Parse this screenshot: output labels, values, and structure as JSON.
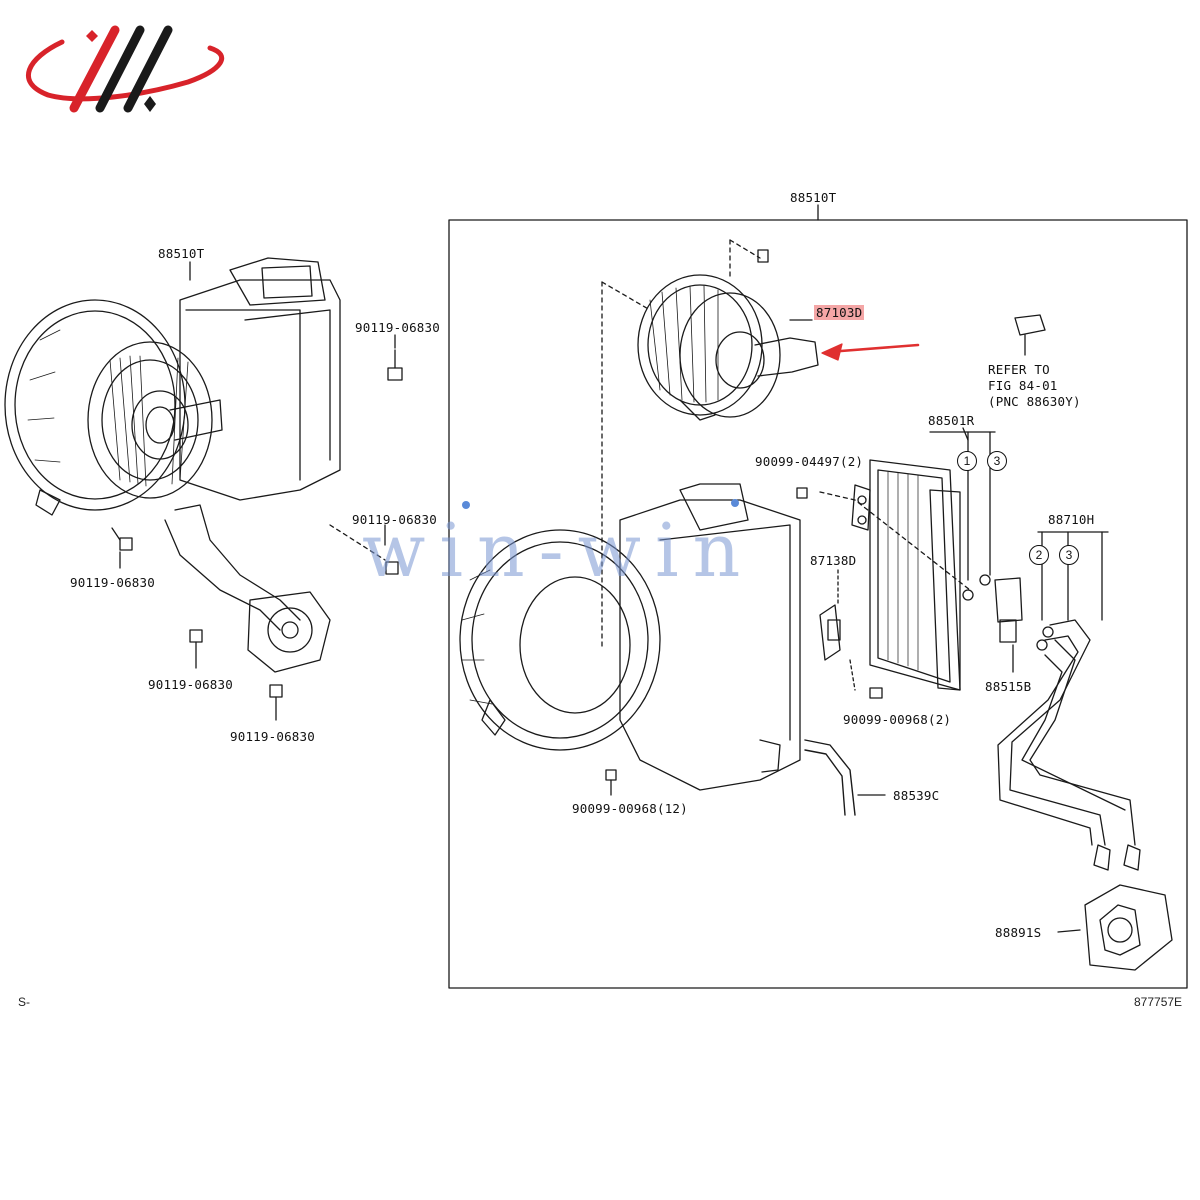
{
  "logo": {
    "name": "brand-logo",
    "colors": {
      "swoosh": "#d8232a",
      "stroke": "#1a1a1a"
    }
  },
  "watermark": "win-win",
  "frame_label": "88510T",
  "left_assembly": {
    "title": "88510T",
    "labels": [
      "90119-06830",
      "90119-06830",
      "90119-06830",
      "90119-06830",
      "90119-06830"
    ]
  },
  "right_assembly": {
    "highlighted": "87103D",
    "refer_note": [
      "REFER TO",
      "FIG 84-01",
      "(PNC 88630Y)"
    ],
    "labels": {
      "evaporator": "88501R",
      "bolt_upper": "90099-04497(2)",
      "resistor": "87138D",
      "tube": "88710H",
      "valve": "88515B",
      "bolt_lower": "90099-00968(2)",
      "hose": "88539C",
      "bolt_case": "90099-00968(12)",
      "plate": "88891S"
    },
    "circles": [
      "1",
      "3",
      "2",
      "3"
    ]
  },
  "footer": {
    "left": "S-",
    "right": "877757E"
  },
  "colors": {
    "line": "#1a1a1a",
    "highlight": "#f4a6a6",
    "arrow": "#e03030",
    "watermark": "#7896d2"
  }
}
